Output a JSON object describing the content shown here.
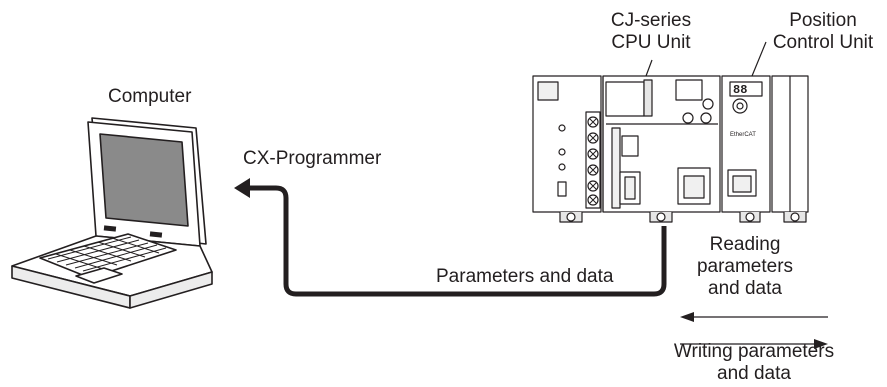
{
  "labels": {
    "computer": "Computer",
    "software": "CX-Programmer",
    "cpu_unit_line1": "CJ-series",
    "cpu_unit_line2": "CPU Unit",
    "position_unit_line1": "Position",
    "position_unit_line2": "Control Unit",
    "cable": "Parameters and data",
    "reading_line1": "Reading",
    "reading_line2": "parameters",
    "reading_line3": "and data",
    "writing_line1": "Writing parameters",
    "writing_line2": "and data"
  },
  "plc": {
    "display_digits": "88",
    "brand_text": "EtherCAT"
  },
  "colors": {
    "line": "#231f20",
    "screen": "#8a8a8a",
    "plc_body": "#ffffff",
    "plc_shade": "#e6e6e6"
  },
  "icons": [
    "laptop-icon",
    "plc-rack-icon",
    "arrow-left-icon",
    "arrow-right-icon"
  ]
}
